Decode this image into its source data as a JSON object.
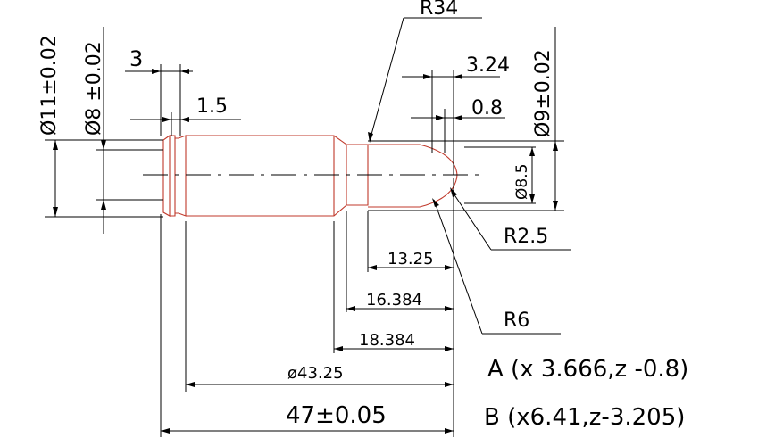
{
  "dimensions": {
    "radius_top": "R34",
    "width_3": "3",
    "width_1_5": "1.5",
    "dia_11": "Ø11±0.02",
    "dia_8": "Ø8 ±0.02",
    "width_3_24": "3.24",
    "width_0_8": "0.8",
    "dia_9": "Ø9±0.02",
    "dia_8_5": "Ø8.5",
    "radius_2_5": "R2.5",
    "len_13_25": "13.25",
    "len_16_384": "16.384",
    "radius_6": "R6",
    "len_18_384": "18.384",
    "len_43_25": "ø43.25",
    "len_47": "47±0.05"
  },
  "points": {
    "point_a": "A (x 3.666,z -0.8)",
    "point_b": "B (x6.41,z-3.205)"
  },
  "colors": {
    "part_outline": "#c0392b",
    "dimension": "#000000"
  }
}
